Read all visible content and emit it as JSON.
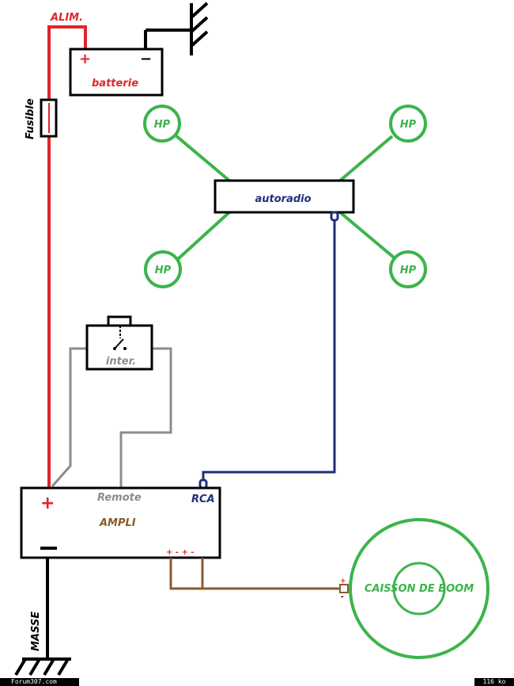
{
  "labels": {
    "alim": "ALIM.",
    "batterie": "batterie",
    "plus": "+",
    "minus": "−",
    "fusible": "Fusible",
    "autoradio": "autoradio",
    "hp": "HP",
    "inter": "inter.",
    "remote": "Remote",
    "rca": "RCA",
    "ampli": "AMPLI",
    "ampli_terminals": "+ - + -",
    "caisson": "CAISSON DE BOOM",
    "caisson_plus": "+",
    "caisson_minus": "-",
    "masse": "MASSE"
  },
  "footer": {
    "site": "Forum307.com",
    "size": "116 ko"
  },
  "colors": {
    "power": "#e0242c",
    "ground": "#000000",
    "speaker": "#3cb44b",
    "signal": "#1f2f7a",
    "remote": "#8c8c8c",
    "sub_wire": "#8b5a2b"
  }
}
